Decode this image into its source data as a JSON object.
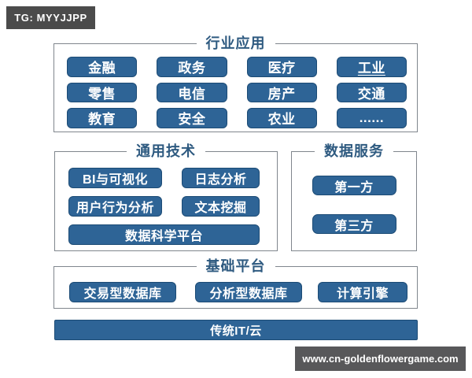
{
  "badges": {
    "top_left": {
      "text": "TG: MYYJJPP",
      "bg": "#4b4b4b"
    },
    "bottom_right": {
      "text": "www.cn-goldenflowergame.com",
      "bg": "#58585a"
    }
  },
  "colors": {
    "button_fill": "#2e6496",
    "button_border": "#1c4b75",
    "box_border": "#80868d",
    "section_title": "#2e5a80",
    "button_text": "#ffffff"
  },
  "diagram": {
    "industry": {
      "title": "行业应用",
      "items": [
        "金融",
        "政务",
        "医疗",
        "工业",
        "零售",
        "电信",
        "房产",
        "交通",
        "教育",
        "安全",
        "农业",
        "......"
      ]
    },
    "tech": {
      "title": "通用技术",
      "items": [
        "BI与可视化",
        "日志分析",
        "用户行为分析",
        "文本挖掘"
      ],
      "wide_item": "数据科学平台"
    },
    "services": {
      "title": "数据服务",
      "items": [
        "第一方",
        "第三方"
      ]
    },
    "platform": {
      "title": "基础平台",
      "items": [
        "交易型数据库",
        "分析型数据库",
        "计算引擎"
      ]
    },
    "it_bar": {
      "label": "传统IT/云"
    }
  }
}
